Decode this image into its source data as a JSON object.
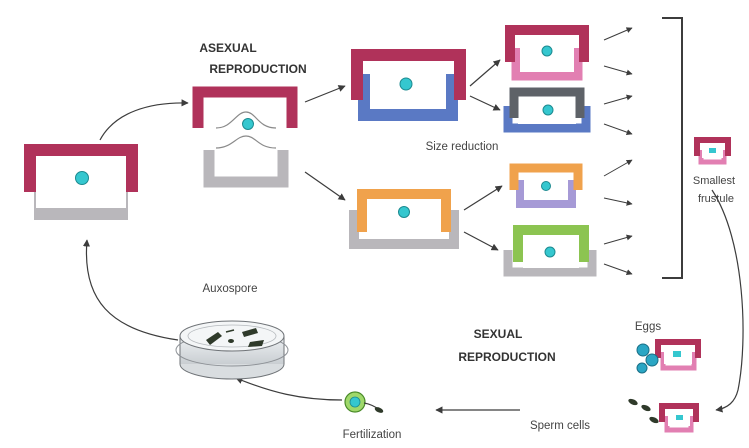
{
  "labels": {
    "asexual_line1": "ASEXUAL",
    "asexual_line2": "REPRODUCTION",
    "size_reduction": "Size reduction",
    "smallest_line1": "Smallest",
    "smallest_line2": "frustule",
    "auxospore": "Auxospore",
    "sexual_line1": "SEXUAL",
    "sexual_line2": "REPRODUCTION",
    "eggs": "Eggs",
    "sperm_cells": "Sperm cells",
    "fertilization": "Fertilization"
  },
  "colors": {
    "background": "#ffffff",
    "crimson": "#b0325a",
    "gray": "#b9b7bb",
    "blue": "#5a79c4",
    "pink": "#e27fb2",
    "dark_gray": "#5e6268",
    "orange": "#f0a24c",
    "lavender": "#a69ad6",
    "green": "#8cc451",
    "nucleus": "#35c7cf",
    "arrow": "#3c3c3c",
    "text": "#333333"
  }
}
